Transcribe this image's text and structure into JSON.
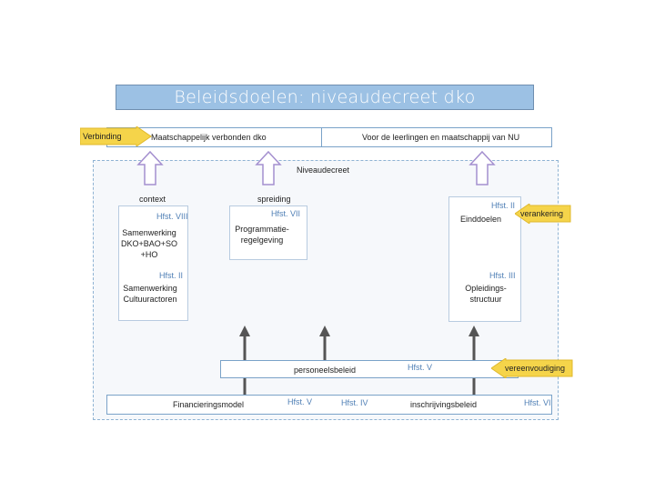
{
  "title": "Beleidsdoelen: niveaudecreet dko",
  "top_row": {
    "left_label": "Maatschappelijk verbonden dko",
    "right_label": "Voor de leerlingen en maatschappij van NU"
  },
  "tags": {
    "verbinding": "Verbinding",
    "verankering": "verankering",
    "vereenvoudiging": "vereenvoudiging"
  },
  "niveaudecreet": "Niveaudecreet",
  "context": "context",
  "spreiding": "spreiding",
  "samenwerking_1": {
    "chapter": "Hfst. VIII",
    "label": "Samenwerking DKO+BAO+SO +HO"
  },
  "programmatie": {
    "chapter": "Hfst. VII",
    "label": "Programmatie-regelgeving"
  },
  "einddoelen": {
    "chapter": "Hfst. II",
    "label": "Einddoelen"
  },
  "samenwerking_2": {
    "chapter": "Hfst. II",
    "label": "Samenwerking Cultuuractoren"
  },
  "opleidingsstructuur": {
    "chapter": "Hfst. III",
    "label": "Opleidings-structuur"
  },
  "personeelsbeleid": {
    "label": "personeelsbeleid",
    "chapter": "Hfst. V"
  },
  "bottom_row": {
    "financiering": "Financieringsmodel",
    "fin_chapter": "Hfst. V",
    "mid_chapter": "Hfst. IV",
    "inschrijving": "inschrijvingsbeleid",
    "right_chapter": "Hfst. VI"
  },
  "colors": {
    "title_fill": "#9cc1e4",
    "box_border": "#7aa2c8",
    "arrow_yellow": "#f5d44a",
    "arrow_outline": "#a48fcf",
    "dark_arrow": "#555555"
  }
}
